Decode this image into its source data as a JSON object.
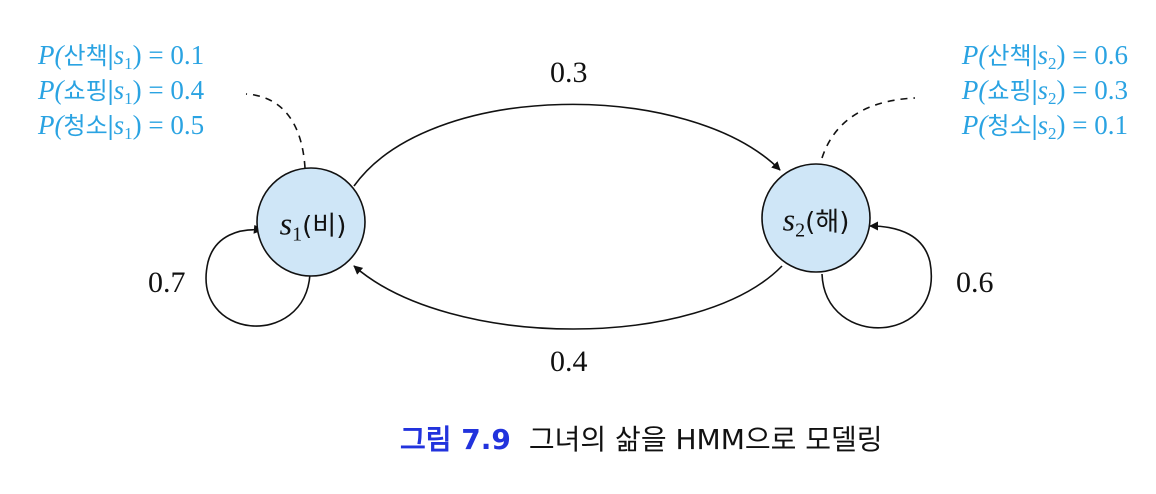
{
  "colors": {
    "prob_text": "#2aa3e2",
    "node_fill": "#cfe6f7",
    "stroke": "#111111",
    "caption_accent": "#2233dd"
  },
  "states": [
    {
      "symbol": "s",
      "subscript": "1",
      "name": "비"
    },
    {
      "symbol": "s",
      "subscript": "2",
      "name": "해"
    }
  ],
  "emissions": {
    "s1": [
      {
        "prefix": "P(",
        "activity": "산책",
        "bar": "|",
        "state": "s",
        "sub": "1",
        "suffix": ") = 0.1"
      },
      {
        "prefix": "P(",
        "activity": "쇼핑",
        "bar": "|",
        "state": "s",
        "sub": "1",
        "suffix": ") = 0.4"
      },
      {
        "prefix": "P(",
        "activity": "청소",
        "bar": "|",
        "state": "s",
        "sub": "1",
        "suffix": ") = 0.5"
      }
    ],
    "s2": [
      {
        "prefix": "P(",
        "activity": "산책",
        "bar": "|",
        "state": "s",
        "sub": "2",
        "suffix": ") = 0.6"
      },
      {
        "prefix": "P(",
        "activity": "쇼핑",
        "bar": "|",
        "state": "s",
        "sub": "2",
        "suffix": ") = 0.3"
      },
      {
        "prefix": "P(",
        "activity": "청소",
        "bar": "|",
        "state": "s",
        "sub": "2",
        "suffix": ") = 0.1"
      }
    ]
  },
  "transitions": {
    "s1_to_s2": "0.3",
    "s2_to_s1": "0.4",
    "s1_self": "0.7",
    "s2_self": "0.6"
  },
  "caption": {
    "figure_number": "그림 7.9",
    "text": "그녀의 삶을 HMM으로 모델링"
  }
}
